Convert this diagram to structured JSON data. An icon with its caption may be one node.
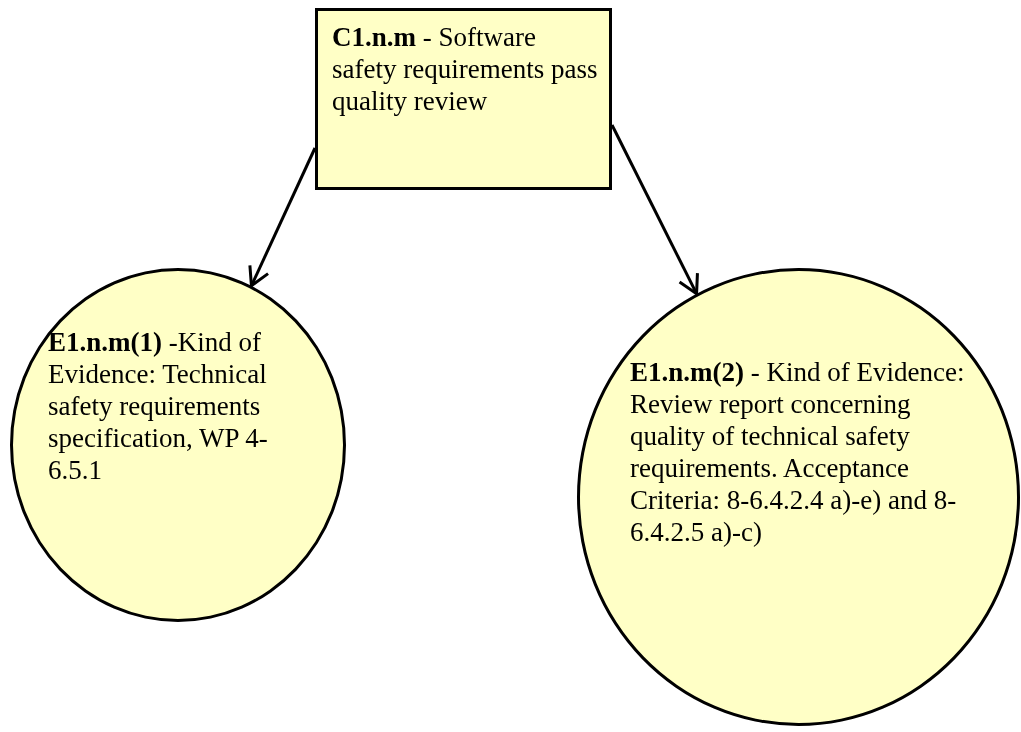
{
  "diagram": {
    "nodes": [
      {
        "text": [
          "**C1.n.m** - Software safety requirements pass quality review"
        ]
      },
      {
        "text": [
          "**E1.n.m(1)** -Kind of Evidence: Technical safety requirements specification, WP 4-6.5.1"
        ]
      },
      {
        "text": [
          "**E1.n.m(2)** - Kind of Evidence: Review report concerning quality of technical safety requirements. Acceptance Criteria: 8-6.4.2.4 a)-e) and 8-6.4.2.5 a)-c)"
        ]
      }
    ],
    "edges": [
      {
        "from": 0,
        "to": 1,
        "arrow": "to"
      },
      {
        "from": 0,
        "to": 2,
        "arrow": "to"
      }
    ]
  }
}
